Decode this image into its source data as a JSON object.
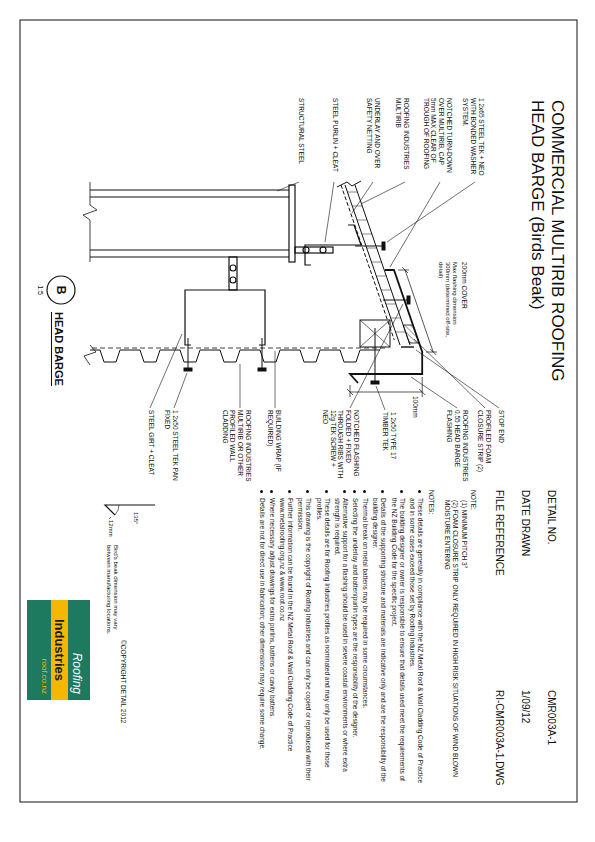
{
  "diagram": {
    "title": "COMMERCIAL MULTIRIB ROOFING HEAD BARGE (Birds Beak)",
    "nodes": [
      {
        "text": [
          "B",
          "1:5"
        ]
      },
      {
        "text": [
          "Roofing",
          "Industries",
          "roof.co.nz"
        ]
      }
    ],
    "labels": [
      "1 2x65 STEEL TEK + NEO WITH BONDED WASHER SYSTEM.",
      "NOTCHED TURN-DOWN OVER MULTIRIB, CAP 5mm MAX CLEAR OF TROUGH OF ROOFING",
      "ROOFING INDUSTRIES MULTIRIB",
      "UNDERLAY AND OVER SAFETY NETTING",
      "STEEL PURLIN + CLEAT",
      "STRUCTURAL STEEL",
      "200mm COVER",
      "Max flashing dimension 300mm (determined off-site, detail)",
      "STOP END",
      "PROFILED FOAM CLOSURE STRIP (2)",
      "ROOFING INDUSTRIES 0.55 HEAD BARGE FLASHING",
      "100mm",
      "1 2x50 TYPE 17 TIMBER TEK",
      "NOTCHED FLASHING FOLDED + FIXED THROUGH RIBS WITH 12g TEK SCREW + NEO",
      "BUILDING WRAP (IF REQUIRED)",
      "ROOFING INDUSTRIES MULTIRIB OR OTHER PROFILED WALL CLADDING",
      "1 2x50 STEEL TEK PAN FIXED",
      "STEEL GIRT + CLEAT",
      "HEAD BARGE",
      "DETAIL NO.",
      "CMR003A-1",
      "DATE DRAWN",
      "1/09/12",
      "FILE REFERENCE",
      "RI-CMR003A-1.DWG",
      "NOTE:",
      "(1) MINIMUM PITCH 3°",
      "(2) FOAM CLOSURE STRIP ONLY REQUIRED IN HIGH RISK SITUATIONS OF WIND BLOWN MOISTURE ENTERING",
      "NOTES:",
      "These details are generally in compliance with the NZ Metal Roof & Wall Cladding Code of Practice and in some cases exceed those set by Roofing Industries.",
      "The building designer or owner is responsible to ensure that details used meet the requirements of the NZ Building Code for the specific project.",
      "Details of the supporting structure and materials are indicative only and are the responsibility of the building designer.",
      "Thermal break on metal battens may be required in some circumstances.",
      "Selecting the underlay and batten/purlin types are the responsibility of the designer.",
      "Alternative support for a flashing should be used in severe coastal environments or where extra strength is required.",
      "These details are for Roofing Industries profiles as nominated and may only be used for those profiles.",
      "This drawing is the copyright of Roofing Industries and can only be copied or reproduced with their permission.",
      "Further information can be found in the NZ Metal Roof & Wall Cladding Code of Practice www.metalroofing.org.nz & www.roof.co.nz",
      "Where necessary adjust drawings for extra purlins, battens or cavity battens.",
      "Details are not for direct use in fabrication; other dimensions may require some change.",
      "135°",
      "12mm",
      "Bird's beak dimension may vary between manufacturing locations.",
      "©COPYRIGHT DETAIL 2012"
    ]
  }
}
